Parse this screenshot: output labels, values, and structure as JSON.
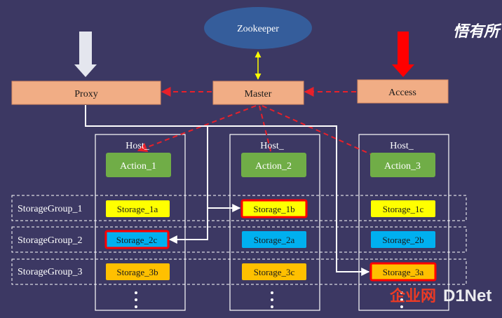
{
  "zookeeper": "Zookeeper",
  "proxy": "Proxy",
  "master": "Master",
  "access": "Access",
  "hosts": [
    {
      "label": "Host_",
      "action": "Action_1",
      "storage": [
        "Storage_1a",
        "Storage_2c",
        "Storage_3b"
      ]
    },
    {
      "label": "Host_",
      "action": "Action_2",
      "storage": [
        "Storage_1b",
        "Storage_2a",
        "Storage_3c"
      ]
    },
    {
      "label": "Host_",
      "action": "Action_3",
      "storage": [
        "Storage_1c",
        "Storage_2b",
        "Storage_3a"
      ]
    }
  ],
  "groups": [
    "StorageGroup_1",
    "StorageGroup_2",
    "StorageGroup_3"
  ],
  "watermark": {
    "logo": "悟有所",
    "brand": "企业网",
    "net": "D1Net"
  },
  "colors": {
    "background": "#3c3863",
    "zookeeper": "#355d9b",
    "node": "#f1ad85",
    "action": "#70ad47",
    "storage_yellow": "#ffff00",
    "storage_blue": "#00b0f0",
    "storage_orange": "#ffc000",
    "highlight": "#ff0000"
  }
}
